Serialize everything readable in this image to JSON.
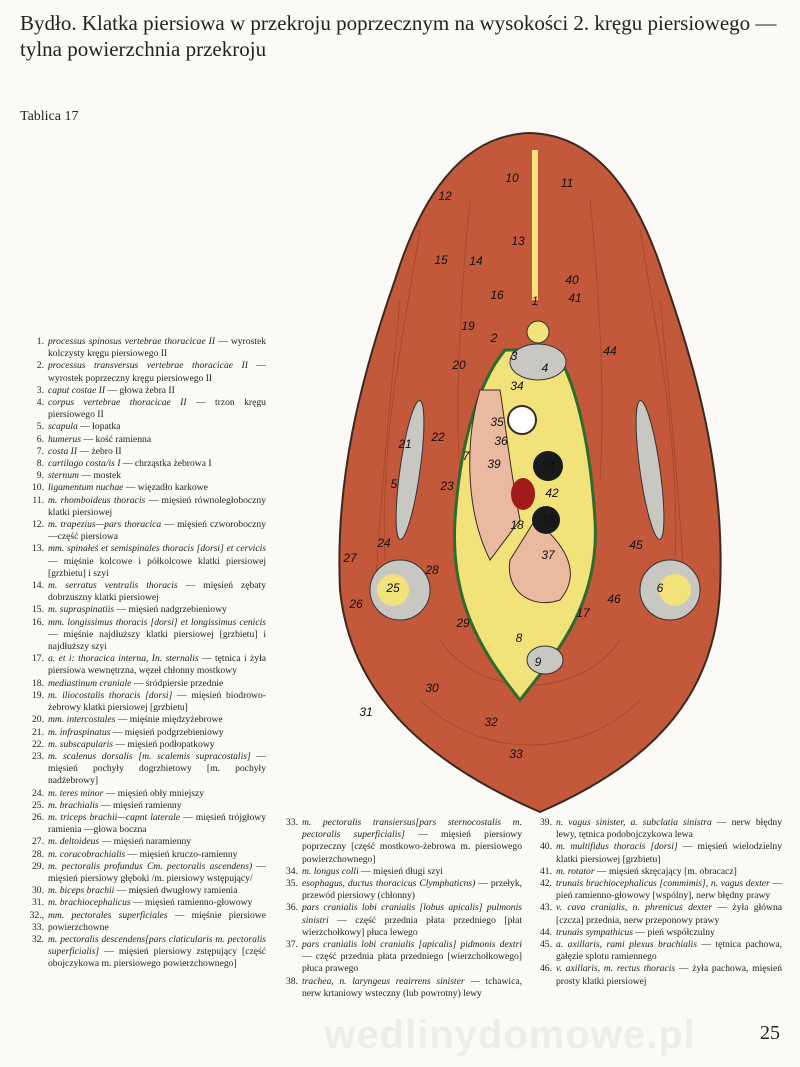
{
  "title": "Bydło. Klatka piersiowa w przekroju poprzecznym na wysokości 2. kręgu piersiowego — tylna powierzchnia przekroju",
  "plate": "Tablica 17",
  "page_number": "25",
  "watermark": "wedlinydomowe.pl",
  "figure": {
    "labels": [
      "10",
      "11",
      "12",
      "13",
      "14",
      "15",
      "40",
      "41",
      "16",
      "1",
      "19",
      "2",
      "3",
      "4",
      "44",
      "20",
      "34",
      "21",
      "35",
      "36",
      "22",
      "7",
      "39",
      "38",
      "5",
      "42",
      "23",
      "43",
      "18",
      "37",
      "24",
      "27",
      "45",
      "28",
      "25",
      "46",
      "17",
      "26",
      "29",
      "8",
      "9",
      "30",
      "31",
      "32",
      "33",
      "6"
    ]
  },
  "legend": [
    {
      "n": "1.",
      "latin": "processus spinosus vertebrae thoracicae II",
      "pl": "wyrostek kolczysty kręgu piersiowego II"
    },
    {
      "n": "2.",
      "latin": "processus transversus vertebrae thoracicae II",
      "pl": "wyrostek poprzeczny kręgu piersiowego II"
    },
    {
      "n": "3.",
      "latin": "caput costae II",
      "pl": "głowa żebra II"
    },
    {
      "n": "4.",
      "latin": "corpus vertebrae thoracicae II",
      "pl": "trzon kręgu piersiowego II"
    },
    {
      "n": "5.",
      "latin": "scapula",
      "pl": "łopatka"
    },
    {
      "n": "6.",
      "latin": "humerus",
      "pl": "kość ramienna"
    },
    {
      "n": "7.",
      "latin": "costa II",
      "pl": "żebro II"
    },
    {
      "n": "8.",
      "latin": "cartilago costa/is I",
      "pl": "chrząstka żebrowa I"
    },
    {
      "n": "9.",
      "latin": "sternum",
      "pl": "mostek"
    },
    {
      "n": "10.",
      "latin": "ligamentum nuchae",
      "pl": "więzadło karkowe"
    },
    {
      "n": "11.",
      "latin": "m. rhomboideus thoracis",
      "pl": "mięsień równoległoboczny klatki piersiowej"
    },
    {
      "n": "12.",
      "latin": "m. trapezius—pars thoracica",
      "pl": "mięsień czworoboczny —część piersiowa"
    },
    {
      "n": "13.",
      "latin": "mm. spinałeś et semispinales thoracis [dorsi] et cervicis",
      "pl": "mięśnie kolcowe i półkolcowe klatki piersiowej [grzbietu] i szyi"
    },
    {
      "n": "14.",
      "latin": "m. serratus ventralis thoracis",
      "pl": "mięsień zębaty dobrzuszny klatki piersiowej"
    },
    {
      "n": "15.",
      "latin": "m. supraspinatiis",
      "pl": "mięsień nadgrzebieniowy"
    },
    {
      "n": "16.",
      "latin": "mm. longissimus thoracis [dorsi] et longissimus cenicis",
      "pl": "mięśnie najdłuższy klatki piersiowej [grzbietu] i najdłuższy szyi"
    },
    {
      "n": "17.",
      "latin": "a. et i: thoracica interna, In. sternalis",
      "pl": "tętnica i żyła piersiowa wewnętrzna, węzeł chłonny mostkowy"
    },
    {
      "n": "18.",
      "latin": "mediastinum craniale",
      "pl": "śródpiersie przednie"
    },
    {
      "n": "19.",
      "latin": "m. iliocostalis thoracis [dorsi]",
      "pl": "mięsień biodrowo-żebrowy klatki piersiowej [grzbietu]"
    },
    {
      "n": "20.",
      "latin": "mm. intercostales",
      "pl": "mięśnie międzyżebrowe"
    },
    {
      "n": "21.",
      "latin": "m. infraspinatus",
      "pl": "mięsień podgrzebieniowy"
    },
    {
      "n": "22.",
      "latin": "m. subscapularis",
      "pl": "mięsień podłopatkowy"
    },
    {
      "n": "23.",
      "latin": "m. scalenus dorsalis [m. scalemis supracostalis]",
      "pl": "mięsień pochyły dogrzbietowy [m. pochyły nadżebrowy]"
    },
    {
      "n": "24.",
      "latin": "m. teres minor",
      "pl": "mięsień obły mniejszy"
    },
    {
      "n": "25.",
      "latin": "m. brachialis",
      "pl": "mięsień ramienny"
    },
    {
      "n": "26.",
      "latin": "m. triceps brachii—capnt laterale",
      "pl": "mięsień trójgłowy ramienia —głowa boczna"
    },
    {
      "n": "27.",
      "latin": "m. deltoideus",
      "pl": "mięsień naramienny"
    },
    {
      "n": "28.",
      "latin": "m. coracobrachialis",
      "pl": "mięsień kruczo-ramienny"
    },
    {
      "n": "29.",
      "latin": "m. pectoralis profundus Cm. pectoralis ascendens)",
      "pl": "mięsień piersiowy głęboki /m. piersiowy wstępujący/"
    },
    {
      "n": "30.",
      "latin": "m. biceps brachii",
      "pl": "mięsień dwugłowy ramienia"
    },
    {
      "n": "31.",
      "latin": "m. brachiocephalicus",
      "pl": "mięsień ramienno-głowowy"
    },
    {
      "n": "32., 33.",
      "latin": "mm. pectorales superficiales",
      "pl": "mięśnie piersiowe powierzchowne"
    },
    {
      "n": "32.",
      "latin": "m. pectoralis descendens[pars claticularis m. pectoralis superficialis]",
      "pl": "mięsień piersiowy zstępujący [część obojczykowa m. piersiowego powierzchownego]"
    },
    {
      "n": "33.",
      "latin": "m. pectoralis transiersus[pars sternocostalis m. pectoralis superficialis]",
      "pl": "mięsień piersiowy poprzeczny [część mostkowo-żebrowa m. piersiowego powierzchownego]"
    },
    {
      "n": "34.",
      "latin": "m. longus colli",
      "pl": "mięsień długi szyi"
    },
    {
      "n": "35.",
      "latin": "esophagus, ductus thoracicus Clymphaticns)",
      "pl": "przełyk, przewód piersiowy (chłonny)"
    },
    {
      "n": "36.",
      "latin": "pars cranialis lobi cranialis [lobus apicalis] pulmonis sinistri",
      "pl": "część przednia płata przedniego [płat wierzchołkowy] płuca lewego"
    },
    {
      "n": "37.",
      "latin": "pars cranialis lobi cranialis [apicalis] pidmonis dextri",
      "pl": "część przednia płata przedniego [wierzchołkowego] płuca prawego"
    },
    {
      "n": "38.",
      "latin": "trachea, n. laryngeus reairrens sinister",
      "pl": "tchawica, nerw krtaniowy wsteczny (lub powrotny) lewy"
    },
    {
      "n": "39.",
      "latin": "n. vagus sinister, a. subclatia sinistra",
      "pl": "nerw błędny lewy, tętnica podobojczykowa lewa"
    },
    {
      "n": "40.",
      "latin": "m. multifidus thoracis [dorsi]",
      "pl": "mięsień wielodzielny klatki piersiowej [grzbietu]"
    },
    {
      "n": "41.",
      "latin": "m. rotator",
      "pl": "mięsień skręcający [m. obracacz]"
    },
    {
      "n": "42.",
      "latin": "trunais brachiocephalicus [commimis], n. vagus dexter",
      "pl": "pień ramienno-głowowy [wspólny], nerw błędny prawy"
    },
    {
      "n": "43.",
      "latin": "v. cava cranialis, n. phrenicus dexter",
      "pl": "żyła główna [czcza] przednia, nerw przeponowy prawy"
    },
    {
      "n": "44.",
      "latin": "trunais sympathicus",
      "pl": "pień współczulny"
    },
    {
      "n": "45.",
      "latin": "a. axillaris, rami plexus brachialis",
      "pl": "tętnica pachowa, gałęzie splotu ramiennego"
    },
    {
      "n": "46.",
      "latin": "v. axillaris, m. rectus thoracis",
      "pl": "żyła pachowa, mięsień prosty klatki piersiowej"
    }
  ],
  "colors": {
    "muscle": "#c4583a",
    "fat": "#f1e27a",
    "bone": "#c9c7c2",
    "dark": "#1a1a1a",
    "outline": "#3a2a20"
  }
}
